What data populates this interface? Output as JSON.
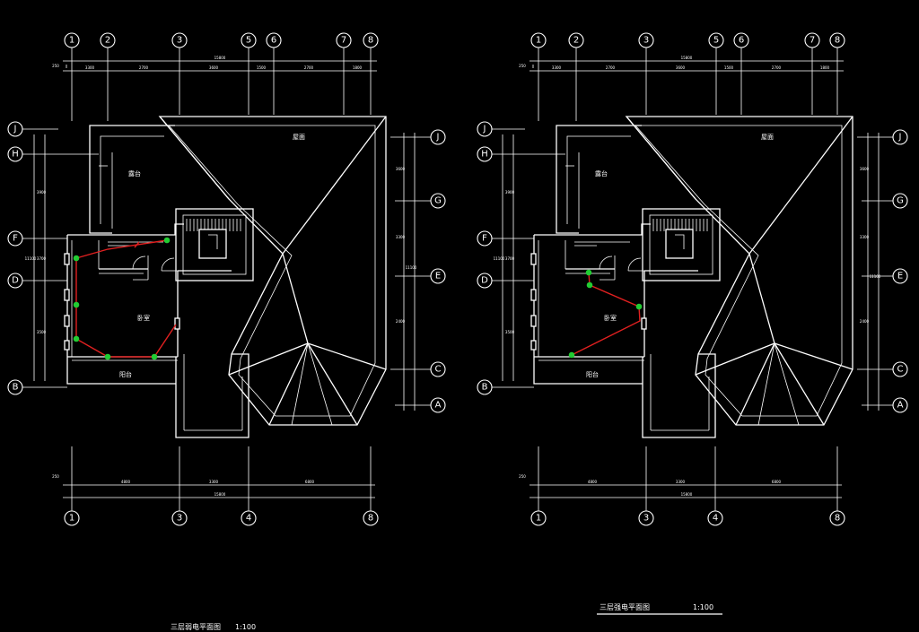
{
  "drawings": [
    {
      "grid_top": [
        "1",
        "2",
        "3",
        "5",
        "6",
        "7",
        "8"
      ],
      "grid_bottom": [
        "1",
        "3",
        "4",
        "8"
      ],
      "grid_left": [
        "J",
        "H",
        "F",
        "D",
        "B"
      ],
      "grid_right": [
        "J",
        "G",
        "E",
        "C",
        "A"
      ],
      "rooms": {
        "balcony": "露台",
        "bedroom": "卧室",
        "roof": "屋面",
        "terrace": "阳台"
      },
      "title": "三层弱电平面图",
      "scale": "1:100"
    },
    {
      "grid_top": [
        "1",
        "2",
        "3",
        "5",
        "6",
        "7",
        "8"
      ],
      "grid_bottom": [
        "1",
        "3",
        "4",
        "8"
      ],
      "grid_left": [
        "J",
        "H",
        "F",
        "D",
        "B"
      ],
      "grid_right": [
        "J",
        "G",
        "E",
        "C",
        "A"
      ],
      "rooms": {
        "balcony": "露台",
        "bedroom": "卧室",
        "roof": "屋面",
        "terrace": "阳台"
      },
      "title": "三层强电平面图",
      "scale": "1:100"
    }
  ],
  "dims": {
    "top_total": "15800",
    "top_segments": [
      "3300",
      "2700",
      "3600",
      "1500",
      "2700",
      "1800"
    ],
    "bottom_total": "15800",
    "bottom_segments": [
      "4800",
      "3300",
      "6800"
    ],
    "left_total": "11100",
    "left_segments": [
      "3900",
      "3700",
      "3500"
    ],
    "right_total": "11100",
    "right_segments": [
      "3600",
      "3300",
      "2400"
    ],
    "offset_small": "250"
  }
}
